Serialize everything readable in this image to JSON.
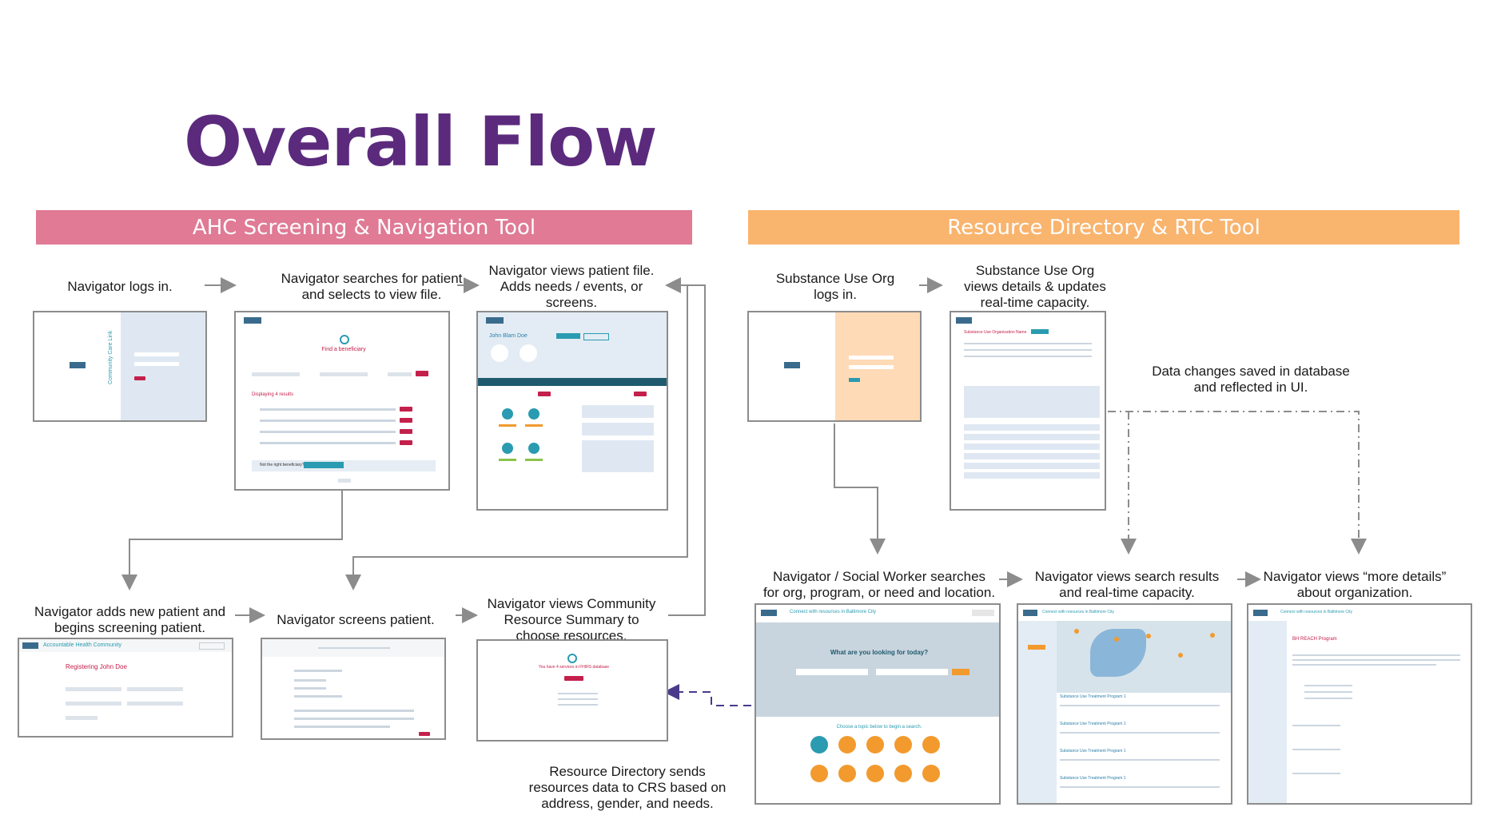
{
  "title": "Overall Flow",
  "banners": {
    "left": "AHC Screening & Navigation Tool",
    "right": "Resource Directory & RTC Tool"
  },
  "steps": {
    "s1": "Navigator logs in.",
    "s2": [
      "Navigator searches for patient",
      "and selects to view file."
    ],
    "s3": [
      "Navigator views patient file.",
      "Adds needs / events, or",
      "screens."
    ],
    "s4": [
      "Navigator adds new patient and",
      "begins screening patient."
    ],
    "s5": "Navigator screens patient.",
    "s6": [
      "Navigator views Community",
      "Resource Summary to",
      "choose resources."
    ],
    "s7": [
      "Resource Directory sends",
      "resources data to CRS based on",
      "address, gender, and needs."
    ],
    "r1": [
      "Substance Use Org",
      "logs in."
    ],
    "r2": [
      "Substance Use Org",
      "views details & updates",
      "real-time capacity."
    ],
    "r3": [
      "Data changes saved in database",
      "and reflected in UI."
    ],
    "r4": [
      "Navigator / Social Worker  searches",
      "for org, program, or need and location."
    ],
    "r5": [
      "Navigator views search results",
      "and real-time capacity."
    ],
    "r6": [
      "Navigator views “more details”",
      "about organization."
    ]
  },
  "mock": {
    "login_vertical": "Community Care Link",
    "find_title": "Find a beneficiary",
    "find_results": "Displaying 4 results",
    "find_not_right": "Not the right beneficiary?",
    "patient_name": "John Blam Doe",
    "register_title": "Registering John Doe",
    "register_app": "Accountable Health Community",
    "crs_text": "You have 4 services in FHIRS database",
    "org_title": "Substance Use Organization Name",
    "search_header": "Connect with resources in Baltimore City",
    "search_question": "What are you looking for today?",
    "search_topics": "Choose a topic below to begin a search.",
    "results_item": "Substance Use Treatment Program 1",
    "details_title": "BH REACH Program",
    "colors": {
      "pink": "#c4204c",
      "teal": "#2a9bb0",
      "orange": "#f29a2e",
      "purple": "#5b2a7d"
    }
  }
}
